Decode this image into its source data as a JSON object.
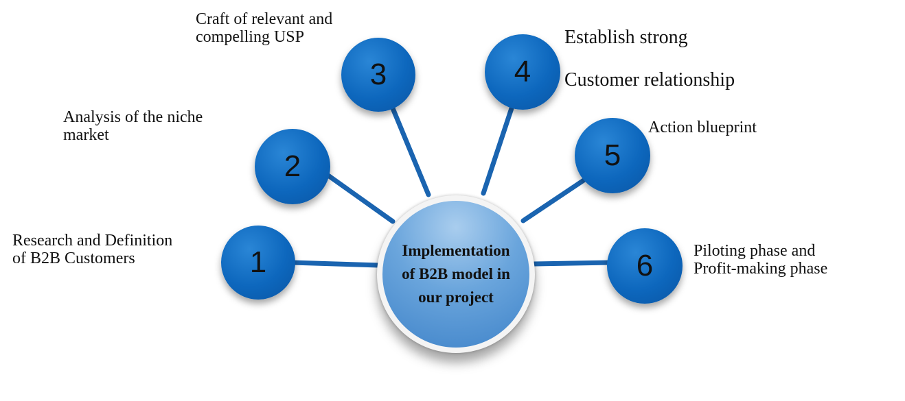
{
  "center": {
    "lines": [
      "Implementation",
      "of B2B model in",
      "our project"
    ]
  },
  "nodes": [
    {
      "number": "1",
      "label": [
        "Research and Definition",
        "of B2B Customers"
      ]
    },
    {
      "number": "2",
      "label": [
        "Analysis of the niche",
        "market"
      ]
    },
    {
      "number": "3",
      "label": [
        "Craft of relevant and",
        "compelling USP"
      ]
    },
    {
      "number": "4",
      "label": [
        "Establish strong",
        "Customer relationship"
      ]
    },
    {
      "number": "5",
      "label": [
        "Action blueprint"
      ]
    },
    {
      "number": "6",
      "label": [
        "Piloting phase and",
        "Profit-making phase"
      ]
    }
  ],
  "colors": {
    "node": "#0d67bd",
    "connector": "#1a64b0",
    "hub": "#6aa5dc",
    "hub_ring": "#f4f4f4",
    "text": "#111111"
  }
}
